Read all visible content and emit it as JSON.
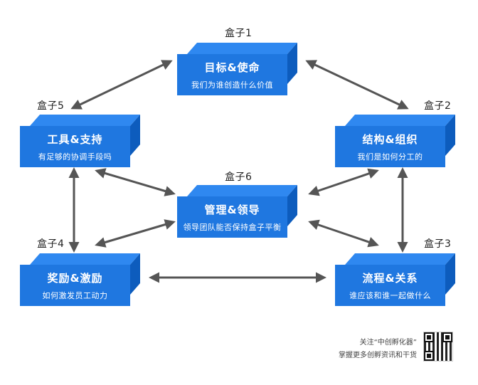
{
  "boxes": [
    {
      "label": "盒子1",
      "title": "目标&使命",
      "subtitle": "我们为谁创造什么价值"
    },
    {
      "label": "盒子2",
      "title": "结构&组织",
      "subtitle": "我们是如何分工的"
    },
    {
      "label": "盒子3",
      "title": "流程&关系",
      "subtitle": "谁应该和谁一起做什么"
    },
    {
      "label": "盒子4",
      "title": "奖励&激励",
      "subtitle": "如何激发员工动力"
    },
    {
      "label": "盒子5",
      "title": "工具&支持",
      "subtitle": "有足够的协调手段吗"
    },
    {
      "label": "盒子6",
      "title": "管理&领导",
      "subtitle": "领导团队能否保持盒子平衡"
    }
  ],
  "footer": {
    "line1": "关注“中创孵化器”",
    "line2": "掌握更多创孵资讯和干货"
  },
  "colors": {
    "box_front": "#1f77e0",
    "box_top": "#2f88f0",
    "box_side": "#0d5cbd",
    "arrow": "#555555"
  }
}
